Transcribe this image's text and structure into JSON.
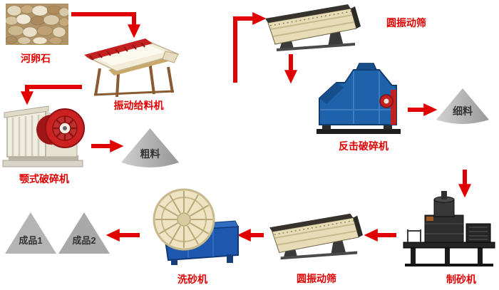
{
  "nodes": {
    "pebbles": {
      "label": "河卵石"
    },
    "feeder": {
      "label": "振动给料机"
    },
    "jaw_crusher": {
      "label": "颚式破碎机"
    },
    "coarse_pile": {
      "label": "粗料"
    },
    "screen_top": {
      "label": "圆振动筛"
    },
    "impact_crusher": {
      "label": "反击破碎机"
    },
    "fine_pile": {
      "label": "细料"
    },
    "sand_maker": {
      "label": "制砂机"
    },
    "screen_bottom": {
      "label": "圆振动筛"
    },
    "sand_washer": {
      "label": "洗砂机"
    },
    "product_1": {
      "label": "成品1"
    },
    "product_2": {
      "label": "成品2"
    }
  },
  "edges": [
    {
      "from": "pebbles",
      "to": "feeder"
    },
    {
      "from": "feeder",
      "to": "jaw_crusher"
    },
    {
      "from": "jaw_crusher",
      "to": "coarse_pile"
    },
    {
      "from": "coarse_pile",
      "to": "screen_top"
    },
    {
      "from": "screen_top",
      "to": "impact_crusher"
    },
    {
      "from": "impact_crusher",
      "to": "fine_pile"
    },
    {
      "from": "fine_pile",
      "to": "sand_maker"
    },
    {
      "from": "sand_maker",
      "to": "screen_bottom"
    },
    {
      "from": "screen_bottom",
      "to": "sand_washer"
    },
    {
      "from": "sand_washer",
      "to": "product_2"
    },
    {
      "from": "sand_washer",
      "to": "product_1"
    }
  ],
  "colors": {
    "arrow_red": "#e10000",
    "label_red": "#e10000",
    "label_dark": "#333333",
    "pile_gray": "#b5b5b5",
    "machine_blue": "#1f62ac",
    "machine_cream": "#f0e9d6",
    "background": "#ffffff"
  }
}
